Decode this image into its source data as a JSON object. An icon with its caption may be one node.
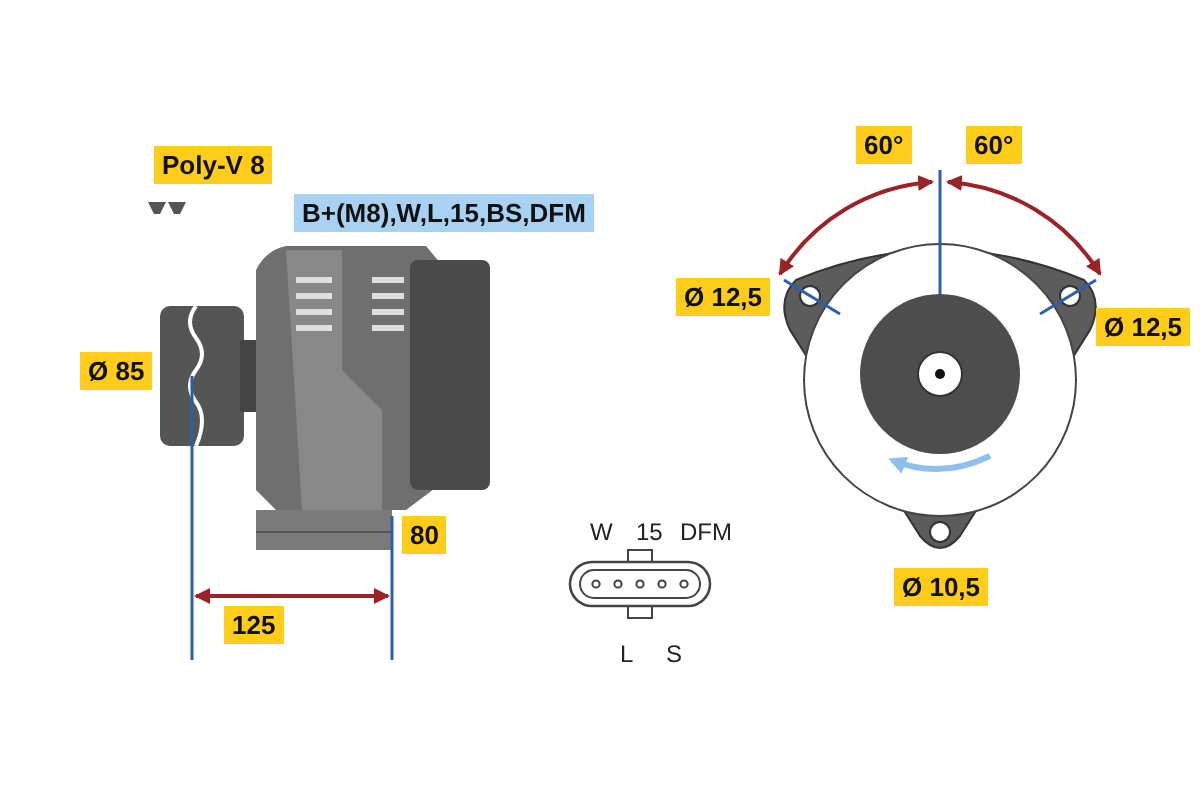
{
  "diagram": {
    "labels": [
      "60°",
      "60°",
      "Poly-V 8",
      "B+(M8),W,L,15,BS,DFM",
      "Ø 12,5",
      "Ø 12,5",
      "Ø 85",
      "80",
      "W",
      "15",
      "DFM",
      "Ø 10,5",
      "125",
      "L",
      "S"
    ]
  }
}
